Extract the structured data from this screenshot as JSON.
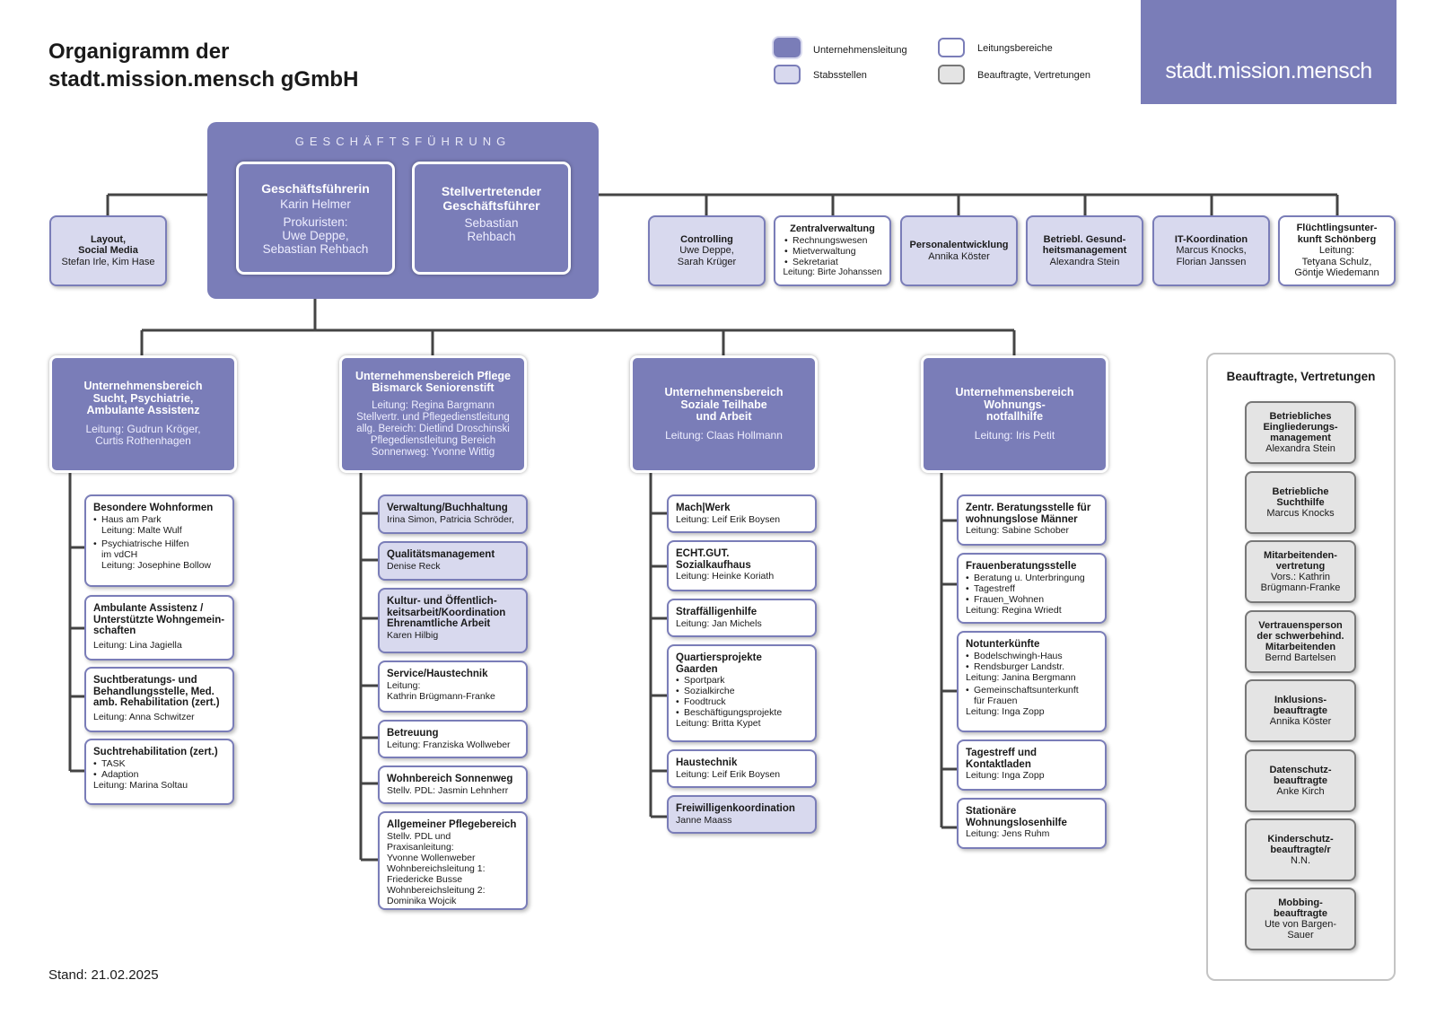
{
  "title_line1": "Organigramm der",
  "title_line2": "stadt.mission.mensch gGmbH",
  "stand": "Stand: 21.02.2025",
  "brand": "stadt.mission.mensch",
  "legend": {
    "unternehmensleitung": "Unternehmensleitung",
    "stabsstellen": "Stabsstellen",
    "leitungsbereiche": "Leitungsbereiche",
    "beauftragte": "Beauftragte, Vertretungen"
  },
  "colors": {
    "primary": "#7a7db8",
    "staff": "#d8d9ee",
    "grey": "#e4e4e4"
  },
  "gf": {
    "label": "GESCHÄFTSFÜHRUNG",
    "ceo": {
      "title": "Geschäftsführerin",
      "name": "Karin Helmer",
      "prok_label": "Prokuristen:",
      "prok1": "Uwe Deppe,",
      "prok2": "Sebastian Rehbach"
    },
    "deputy": {
      "title1": "Stellvertretender",
      "title2": "Geschäftsführer",
      "name1": "Sebastian",
      "name2": "Rehbach"
    }
  },
  "top_staff": {
    "layout": {
      "t1": "Layout,",
      "t2": "Social Media",
      "s1": "Stefan Irle, Kim Hase"
    },
    "controlling": {
      "t1": "Controlling",
      "s1": "Uwe Deppe,",
      "s2": "Sarah Krüger"
    },
    "zentral": {
      "t1": "Zentralverwaltung",
      "items": [
        "Rechnungswesen",
        "Mietverwaltung",
        "Sekretariat"
      ],
      "s1": "Leitung: Birte Johanssen"
    },
    "personal": {
      "t1": "Personalentwicklung",
      "s1": "Annika Köster"
    },
    "bgm": {
      "t1": "Betriebl. Gesund-",
      "t2": "heitsmanagement",
      "s1": "Alexandra Stein"
    },
    "it": {
      "t1": "IT-Koordination",
      "s1": "Marcus Knocks,",
      "s2": "Florian Janssen"
    },
    "fluecht": {
      "t1": "Flüchtlingsunter-",
      "t2": "kunft Schönberg",
      "s1": "Leitung:",
      "s2": "Tetyana Schulz,",
      "s3": "Göntje Wiedemann"
    }
  },
  "ub1": {
    "t1": "Unternehmensbereich",
    "t2": "Sucht, Psychiatrie,",
    "t3": "Ambulante Assistenz",
    "s1": "Leitung: Gudrun Kröger,",
    "s2": "Curtis Rothenhagen"
  },
  "ub2": {
    "t1": "Unternehmensbereich Pflege",
    "t2": "Bismarck Seniorenstift",
    "s1": "Leitung: Regina Bargmann",
    "s2": "Stellvertr. und Pflegedienstleitung",
    "s3": "allg. Bereich: Dietlind Droschinski",
    "s4": "Pflegedienstleitung Bereich",
    "s5": "Sonnenweg: Yvonne Wittig"
  },
  "ub3": {
    "t1": "Unternehmensbereich",
    "t2": "Soziale Teilhabe",
    "t3": "und Arbeit",
    "s1": "Leitung: Claas Hollmann"
  },
  "ub4": {
    "t1": "Unternehmensbereich",
    "t2": "Wohnungs-",
    "t3": "notfallhilfe",
    "s1": "Leitung: Iris Petit"
  },
  "c1": [
    {
      "t": [
        "Besondere Wohnformen"
      ],
      "items": [
        [
          "Haus am Park",
          "Leitung: Malte Wulf"
        ],
        [
          "Psychiatrische Hilfen",
          "im vdCH",
          "Leitung: Josephine Bollow"
        ]
      ]
    },
    {
      "t": [
        "Ambulante Assistenz /",
        "Unterstützte Wohngemein-",
        "schaften"
      ],
      "s": [
        "Leitung: Lina Jagiella"
      ]
    },
    {
      "t": [
        "Suchtberatungs- und",
        "Behandlungsstelle, Med.",
        "amb. Rehabilitation (zert.)"
      ],
      "s": [
        "Leitung: Anna Schwitzer"
      ]
    },
    {
      "t": [
        "Suchtrehabilitation (zert.)"
      ],
      "bul": [
        "TASK",
        "Adaption"
      ],
      "s": [
        "Leitung: Marina Soltau"
      ]
    }
  ],
  "c2": [
    {
      "t": [
        "Verwaltung/Buchhaltung"
      ],
      "s": [
        "Irina Simon, Patricia Schröder,"
      ]
    },
    {
      "t": [
        "Qualitätsmanagement"
      ],
      "s": [
        "Denise Reck"
      ]
    },
    {
      "t": [
        "Kultur- und Öffentlich-",
        "keitsarbeit/Koordination",
        "Ehrenamtliche Arbeit"
      ],
      "s": [
        "Karen Hilbig"
      ]
    },
    {
      "t": [
        "Service/Haustechnik"
      ],
      "s": [
        "Leitung:",
        "Kathrin Brügmann-Franke"
      ]
    },
    {
      "t": [
        "Betreuung"
      ],
      "s": [
        "Leitung: Franziska Wollweber"
      ]
    },
    {
      "t": [
        "Wohnbereich Sonnenweg"
      ],
      "s": [
        "Stellv. PDL: Jasmin Lehnherr"
      ]
    },
    {
      "t": [
        "Allgemeiner Pflegebereich"
      ],
      "s": [
        "Stellv. PDL und Praxisanleitung:",
        "Yvonne Wollenweber",
        "Wohnbereichsleitung 1:",
        "Friedericke Busse",
        "Wohnbereichsleitung 2:",
        "Dominika Wojcik"
      ]
    }
  ],
  "c3": [
    {
      "t": [
        "Mach|Werk"
      ],
      "s": [
        "Leitung: Leif Erik Boysen"
      ]
    },
    {
      "t": [
        "ECHT.GUT.",
        "Sozialkaufhaus"
      ],
      "s": [
        "Leitung: Heinke Koriath"
      ]
    },
    {
      "t": [
        "Straffälligenhilfe"
      ],
      "s": [
        "Leitung: Jan Michels"
      ]
    },
    {
      "t": [
        "Quartiersprojekte",
        "Gaarden"
      ],
      "bul": [
        "Sportpark",
        "Sozialkirche",
        "Foodtruck",
        "Beschäftigungsprojekte"
      ],
      "s": [
        "Leitung: Britta Kypet"
      ]
    },
    {
      "t": [
        "Haustechnik"
      ],
      "s": [
        "Leitung: Leif Erik Boysen"
      ]
    },
    {
      "t": [
        "Freiwilligenkoordination"
      ],
      "s": [
        "Janne Maass"
      ]
    }
  ],
  "c4": [
    {
      "t": [
        "Zentr. Beratungsstelle für",
        "wohnungslose Männer"
      ],
      "s": [
        "Leitung: Sabine Schober"
      ]
    },
    {
      "t": [
        "Frauenberatungsstelle"
      ],
      "bul": [
        "Beratung u. Unterbringung",
        "Tagestreff",
        "Frauen_Wohnen"
      ],
      "s": [
        "Leitung: Regina Wriedt"
      ]
    },
    {
      "t": [
        "Notunterkünfte"
      ],
      "bul": [
        "Bodelschwingh-Haus",
        "Rendsburger Landstr."
      ],
      "s": [
        "Leitung: Janina Bergmann"
      ],
      "bul2": [
        [
          "Gemeinschaftsunterkunft",
          "für Frauen"
        ]
      ],
      "s2": [
        "Leitung: Inga Zopp"
      ]
    },
    {
      "t": [
        "Tagestreff und",
        "Kontaktladen"
      ],
      "s": [
        "Leitung: Inga Zopp"
      ]
    },
    {
      "t": [
        "Stationäre",
        "Wohnungslosenhilfe"
      ],
      "s": [
        "Leitung: Jens Ruhm"
      ]
    }
  ],
  "beauftragte": {
    "title": "Beauftragte, Vertretungen",
    "items": [
      {
        "t": [
          "Betriebliches",
          "Eingliederungs-",
          "management"
        ],
        "s": [
          "Alexandra Stein"
        ]
      },
      {
        "t": [
          "Betriebliche",
          "Suchthilfe"
        ],
        "s": [
          "Marcus Knocks"
        ]
      },
      {
        "t": [
          "Mitarbeitenden-",
          "vertretung"
        ],
        "s": [
          "Vors.: Kathrin",
          "Brügmann-Franke"
        ]
      },
      {
        "t": [
          "Vertrauensperson",
          "der schwerbehind.",
          "Mitarbeitenden"
        ],
        "s": [
          "Bernd Bartelsen"
        ]
      },
      {
        "t": [
          "Inklusions-",
          "beauftragte"
        ],
        "s": [
          "Annika Köster"
        ]
      },
      {
        "t": [
          "Datenschutz-",
          "beauftragte"
        ],
        "s": [
          "Anke Kirch"
        ]
      },
      {
        "t": [
          "Kinderschutz-",
          "beauftragte/r"
        ],
        "s": [
          "N.N."
        ]
      },
      {
        "t": [
          "Mobbing-",
          "beauftragte"
        ],
        "s": [
          "Ute von Bargen-",
          "Sauer"
        ]
      }
    ]
  }
}
